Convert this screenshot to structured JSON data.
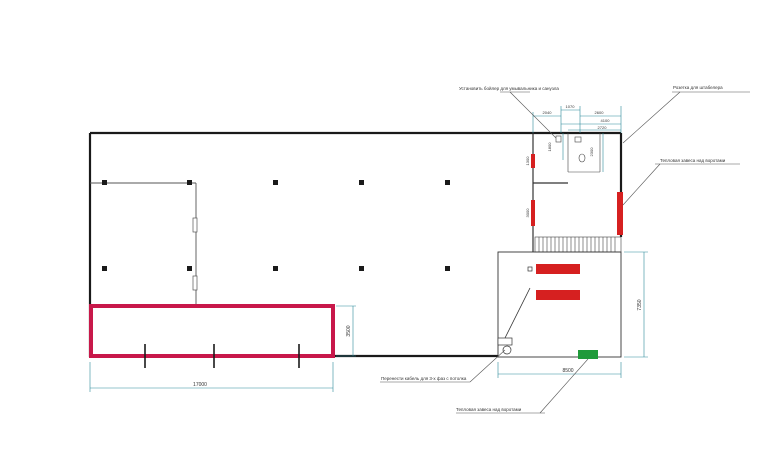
{
  "diagram": {
    "colors": {
      "wall": "#1a1a1a",
      "highlight": "#c8184a",
      "red_unit": "#d62020",
      "green_unit": "#1f9a3a",
      "dim_line": "#2d8a9a",
      "leader": "#555555"
    },
    "annotations": {
      "boiler": "Установить бойлер для умывальника и санузла",
      "socket": "Розетка для штабелера",
      "heater_top": "Тепловая завеса над воротами",
      "cable": "Перенести кабель для 3-х фаз с потолка",
      "heater_bottom": "Тепловая завеса над воротами"
    },
    "dimensions": {
      "width_highlight": "17000",
      "height_highlight": "3500",
      "width_right": "8500",
      "height_right": "7350",
      "top_1": "2040",
      "top_2": "1070",
      "top_3": "2600",
      "top_4": "4100",
      "top_5": "2720",
      "v_1": "1800",
      "v_2": "2300",
      "v_3": "1300",
      "v_4": "3000"
    }
  }
}
